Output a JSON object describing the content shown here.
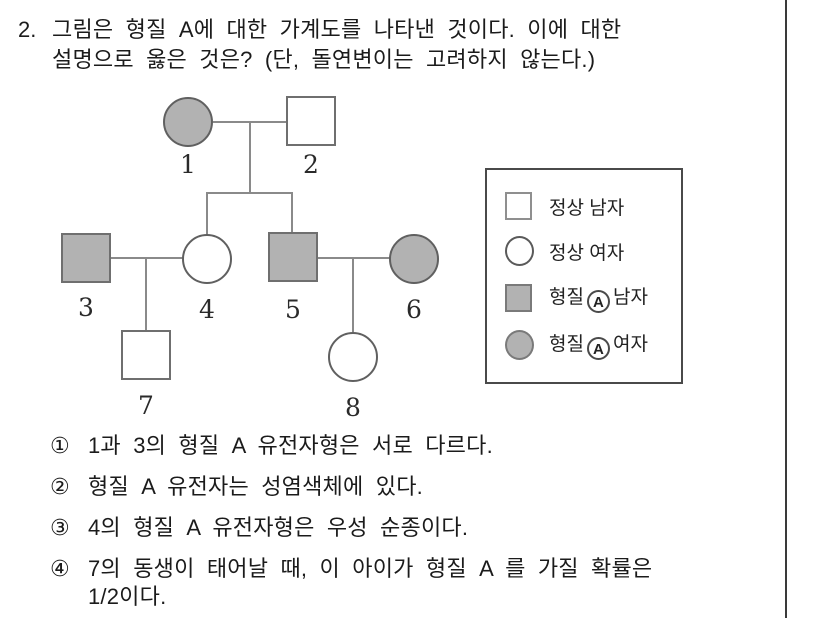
{
  "question": {
    "number": "2.",
    "line1": "그림은 형질 A에 대한 가계도를 나타낸 것이다. 이에 대한",
    "line2": "설명으로 옳은 것은? (단, 돌연변이는 고려하지 않는다.)"
  },
  "pedigree": {
    "description": "three-generation pedigree chart for trait A",
    "labels": [
      "1",
      "2",
      "3",
      "4",
      "5",
      "6",
      "7",
      "8"
    ],
    "persons": [
      {
        "id": "1",
        "shape": "circle",
        "status": "affected"
      },
      {
        "id": "2",
        "shape": "square",
        "status": "normal"
      },
      {
        "id": "3",
        "shape": "square",
        "status": "affected"
      },
      {
        "id": "4",
        "shape": "circle",
        "status": "normal"
      },
      {
        "id": "5",
        "shape": "square",
        "status": "affected"
      },
      {
        "id": "6",
        "shape": "circle",
        "status": "affected"
      },
      {
        "id": "7",
        "shape": "square",
        "status": "normal"
      },
      {
        "id": "8",
        "shape": "circle",
        "status": "normal"
      }
    ],
    "couples": [
      [
        "1",
        "2"
      ],
      [
        "3",
        "4"
      ],
      [
        "5",
        "6"
      ]
    ],
    "children": [
      {
        "parents": [
          "1",
          "2"
        ],
        "kids": [
          "4",
          "5"
        ]
      },
      {
        "parents": [
          "3",
          "4"
        ],
        "kids": [
          "7"
        ]
      },
      {
        "parents": [
          "5",
          "6"
        ],
        "kids": [
          "8"
        ]
      }
    ]
  },
  "legend": {
    "rows": [
      {
        "symbol": "square-normal",
        "label": "정상 남자"
      },
      {
        "symbol": "circle-normal",
        "label": "정상 여자"
      },
      {
        "symbol": "square-affected",
        "pre": "형질",
        "a": "A",
        "post": "남자"
      },
      {
        "symbol": "circle-affected",
        "pre": "형질",
        "a": "A",
        "post": "여자"
      }
    ]
  },
  "choices": [
    {
      "marker": "①",
      "text": "1과 3의 형질 A 유전자형은 서로 다르다."
    },
    {
      "marker": "②",
      "text": "형질 A 유전자는 성염색체에 있다."
    },
    {
      "marker": "③",
      "text": "4의 형질 A 유전자형은 우성 순종이다."
    },
    {
      "marker": "④",
      "text": "7의 동생이 태어날 때, 이 아이가 형질 A 를 가질 확률은",
      "text2": "1/2이다."
    }
  ],
  "colors": {
    "affected_fill": "#b2b2b2",
    "line_gray": "#8a8a8a",
    "legend_border": "#4a4a4a",
    "text": "#1b1b1b",
    "background": "#ffffff"
  }
}
